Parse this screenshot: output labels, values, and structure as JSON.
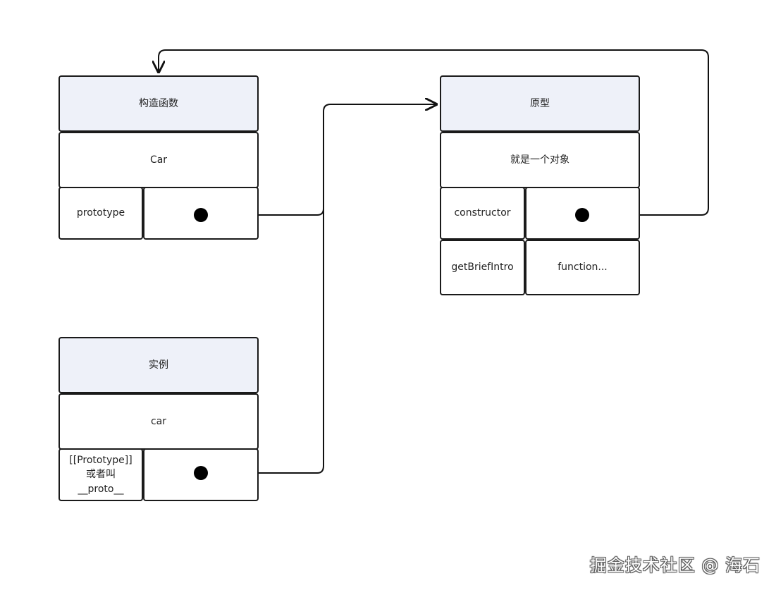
{
  "constructor_box": {
    "header": "构造函数",
    "name": "Car",
    "key": "prototype"
  },
  "prototype_box": {
    "header": "原型",
    "name": "就是一个对象",
    "rows": [
      {
        "key": "constructor"
      },
      {
        "key": "getBriefIntro",
        "value": "function..."
      }
    ]
  },
  "instance_box": {
    "header": "实例",
    "name": "car",
    "key": "[[Prototype]]\n或者叫\n__proto__"
  },
  "watermark": "掘金技术社区 @ 海石",
  "colors": {
    "header_fill": "#eef1f9",
    "border": "#1a1a1a",
    "line": "#111111"
  }
}
